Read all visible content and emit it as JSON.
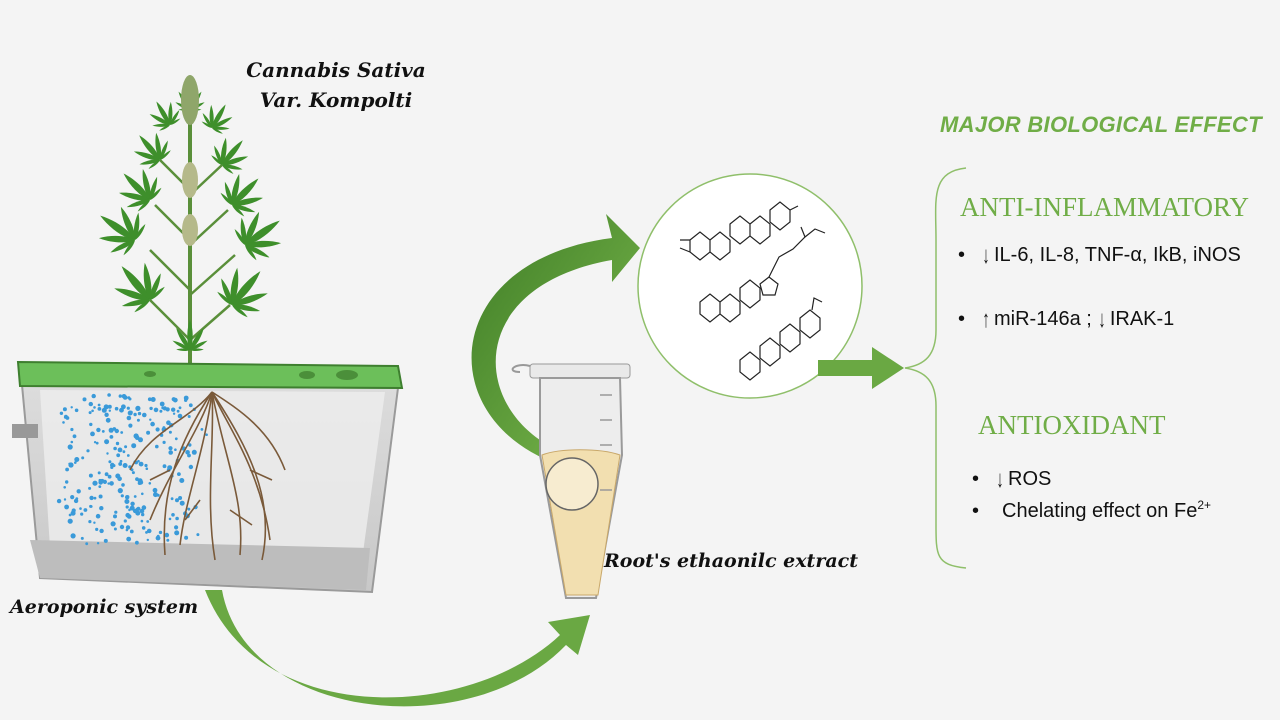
{
  "plant": {
    "name": "Cannabis Sativa",
    "variety": "Var. Kompolti"
  },
  "aeroponic_label": "Aeroponic system",
  "extract_label": "Root's ethaonilc extract",
  "major_title": "MAJOR BIOLOGICAL EFFECT",
  "categories": {
    "anti_inflammatory": {
      "title": "ANTI-INFLAMMATORY",
      "effect1_text": "IL-6, IL-8, TNF-α, IkB, iNOS",
      "effect2_part1": "miR-146a ;",
      "effect2_part2": "IRAK-1"
    },
    "antioxidant": {
      "title": "ANTIOXIDANT",
      "effect1_text": "ROS",
      "effect2_text": "Chelating effect on Fe",
      "effect2_sup": "2+"
    }
  },
  "colors": {
    "accent_green": "#70ad47",
    "arrow_green": "#6aa843",
    "leaf_green": "#3e8f2b",
    "tray_green": "#6cbf5a",
    "extract_beige": "#f2dfb0"
  }
}
